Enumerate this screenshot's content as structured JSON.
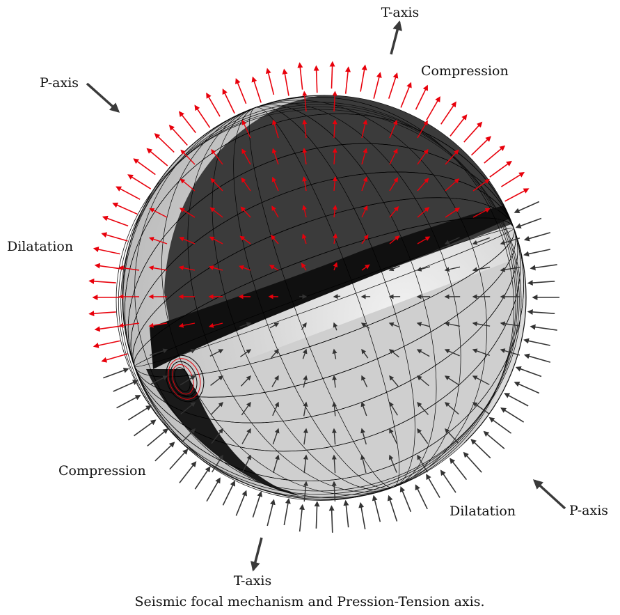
{
  "labels": {
    "t_axis_top": "T-axis",
    "t_axis_bottom": "T-axis",
    "p_axis_left": "P-axis",
    "p_axis_right": "P-axis",
    "compression_top": "Compression",
    "compression_bottom": "Compression",
    "dilatation_left": "Dilatation",
    "dilatation_right": "Dilatation"
  },
  "caption": "Seismic focal mechanism and Pression-Tension axis.",
  "colors": {
    "compression_arrow": "#e8000b",
    "dilatation_arrow": "#3a3a3a",
    "compression_zone": "#3b3b3b",
    "nodal_band": "#101010",
    "dilatation_zone": "#d0d0d0",
    "axis_arrow": "#3a3a3a"
  }
}
